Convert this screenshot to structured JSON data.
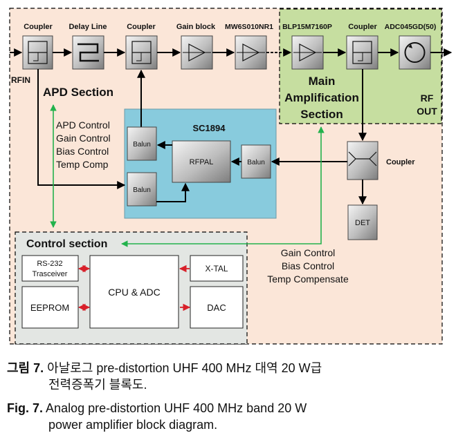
{
  "diagram": {
    "top_blocks": {
      "coupler1": "Coupler",
      "delay": "Delay Line",
      "coupler2": "Coupler",
      "gain": "Gain block",
      "mw": "MW6S010NR1",
      "blp": "BLP15M7160P",
      "coupler3": "Coupler",
      "adc": "ADC045GD(50)"
    },
    "rfin": "RFIN",
    "rfout": [
      "RF",
      "OUT"
    ],
    "apd_section": "APD Section",
    "main_amp_section": [
      "Main",
      "Amplification",
      "Section"
    ],
    "sc1894": "SC1894",
    "balun": "Balun",
    "rfpal": "RFPAL",
    "coupler_right": "Coupler",
    "det": "DET",
    "apd_controls": [
      "APD Control",
      "Gain Control",
      "Bias Control",
      "Temp Comp"
    ],
    "right_controls": [
      "Gain Control",
      "Bias Control",
      "Temp Compensate"
    ],
    "control_section": "Control section",
    "rs232": [
      "RS-232",
      "Trasceiver"
    ],
    "eeprom": "EEPROM",
    "cpu_adc": "CPU & ADC",
    "xtal": "X-TAL",
    "dac": "DAC"
  },
  "caption": {
    "ko_label": "그림",
    "ko_num": "7.",
    "ko_text_1": "아날로그 pre-distortion UHF 400 MHz 대역 20 W급",
    "ko_text_2": "전력증폭기 블록도.",
    "en_label": "Fig.",
    "en_num": "7.",
    "en_text_1": "Analog pre-distortion UHF 400 MHz band 20 W",
    "en_text_2": "power amplifier block diagram."
  },
  "colors": {
    "apd_bg": "#fbe6d8",
    "main_amp_bg": "#c6dea0",
    "sc1894_bg": "#88cbdd",
    "control_bg": "#e3e6e3",
    "green_arrow": "#22b24c",
    "red_arrow": "#d8202a"
  }
}
